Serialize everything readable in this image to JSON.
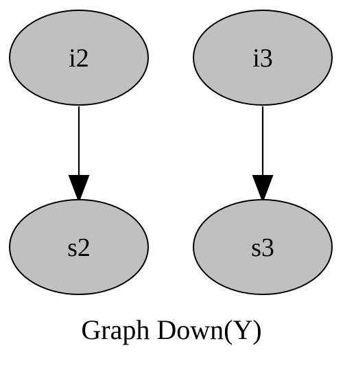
{
  "graph": {
    "caption": "Graph Down(Y)",
    "node_fill": "#c0c0c0",
    "node_stroke": "#000000",
    "nodes": [
      {
        "id": "i2",
        "label": "i2"
      },
      {
        "id": "s2",
        "label": "s2"
      },
      {
        "id": "i3",
        "label": "i3"
      },
      {
        "id": "s3",
        "label": "s3"
      }
    ],
    "edges": [
      {
        "from": "i2",
        "to": "s2"
      },
      {
        "from": "i3",
        "to": "s3"
      }
    ]
  }
}
